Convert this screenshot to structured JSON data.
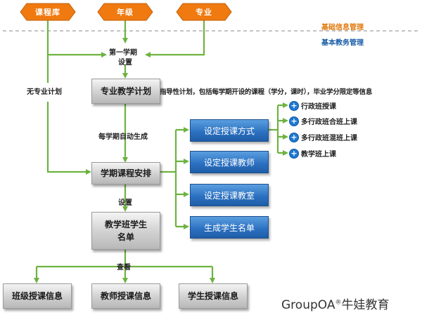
{
  "zones": {
    "upper_label": "基础信息管理",
    "lower_label": "基本教务管理"
  },
  "top_nodes": [
    "课程库",
    "年级",
    "专业"
  ],
  "labels": {
    "first_term": "第一学期",
    "settings": "设置",
    "no_major_plan": "无专业计划",
    "plan_desc": "指导性计划，包括每学期开设的课程（学分，课时），毕业学分限定等信息",
    "auto_generate": "每学期自动生成",
    "settings2": "设置",
    "view": "查看"
  },
  "boxes": {
    "major_plan": "专业教学计划",
    "term_course": "学期课程安排",
    "class_students_line1": "教学班学生",
    "class_students_line2": "名单",
    "class_schedule": "班级授课信息",
    "teacher_schedule": "教师授课信息",
    "student_schedule": "学生授课信息"
  },
  "blue_boxes": [
    "设定授课方式",
    "设定授课教师",
    "设定授课教室",
    "生成学生名单"
  ],
  "teaching_modes": [
    "行政班授课",
    "多行政班合班上课",
    "多行政班混班上课",
    "教学班上课"
  ],
  "colors": {
    "orange": "#f07a10",
    "green_arrow": "#6db33f",
    "blue_box": "#2a6fbf",
    "plus_icon": "#1e78d2",
    "zone_upper": "#e07a10",
    "zone_lower": "#1a5fa8"
  },
  "brand": {
    "name": "GroupOA",
    "reg": "®",
    "suffix": "牛娃教育"
  }
}
